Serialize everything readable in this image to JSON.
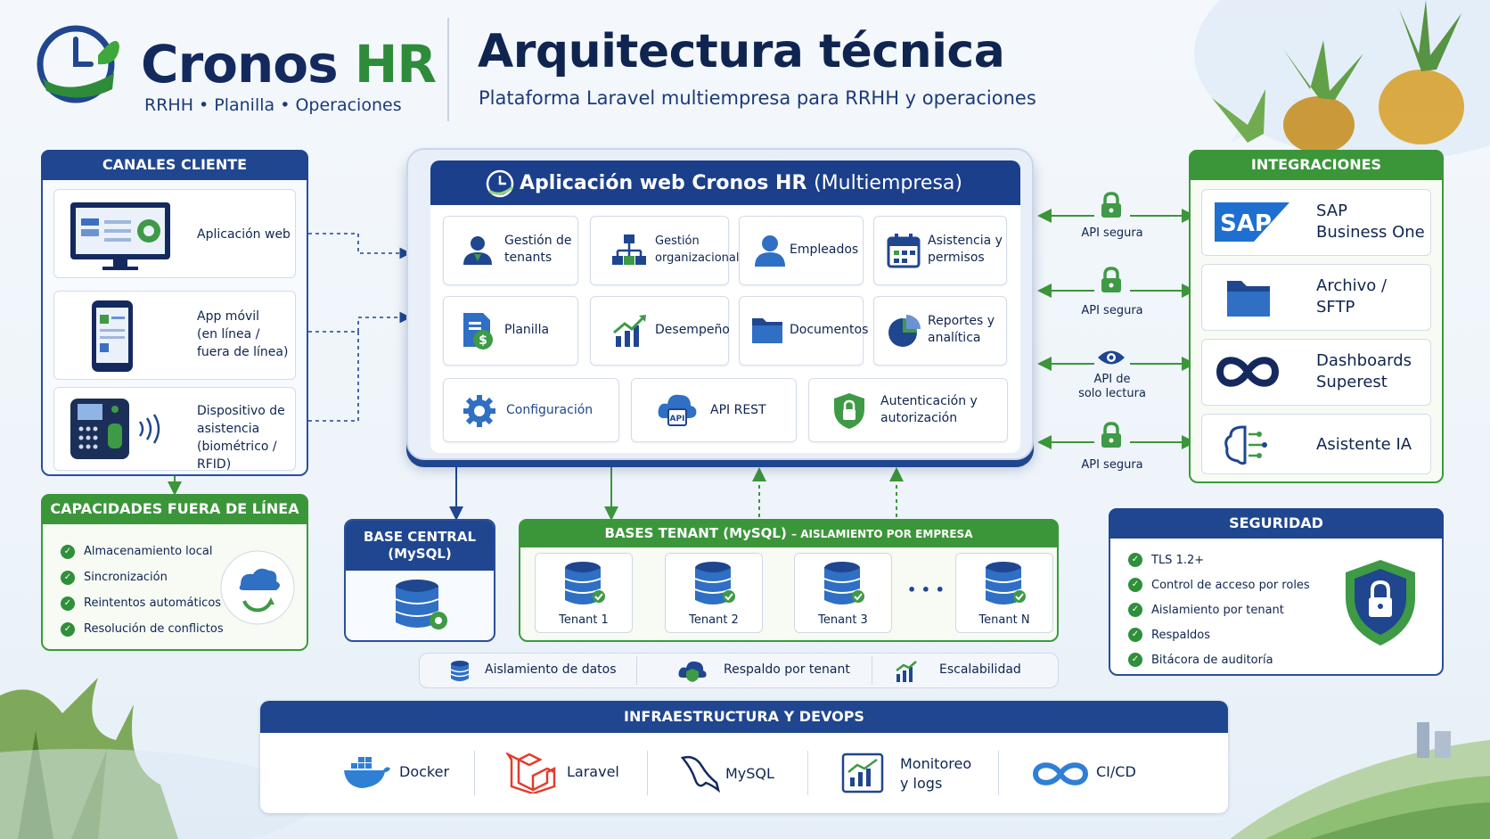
{
  "header": {
    "brand_name": "Cronos",
    "brand_suffix": "HR",
    "brand_tagline": "RRHH • Planilla • Operaciones",
    "title": "Arquitectura técnica",
    "subtitle": "Plataforma Laravel multiempresa para RRHH y operaciones"
  },
  "client_channels": {
    "title": "CANALES CLIENTE",
    "items": [
      {
        "label": "Aplicación web",
        "icon": "monitor-dashboard-icon"
      },
      {
        "label": "App móvil\n(en línea /\nfuera de línea)",
        "icon": "smartphone-icon"
      },
      {
        "label": "Dispositivo de\nasistencia\n(biométrico / RFID)",
        "icon": "biometric-device-icon"
      }
    ]
  },
  "offline": {
    "title": "CAPACIDADES FUERA DE LÍNEA",
    "items": [
      "Almacenamiento local",
      "Sincronización",
      "Reintentos automáticos",
      "Resolución de conflictos"
    ],
    "icon": "cloud-sync-icon"
  },
  "core": {
    "title": "Aplicación web Cronos HR",
    "title_suffix": "(Multiempresa)",
    "modules": [
      {
        "label": "Gestión de\ntenants",
        "icon": "user-icon"
      },
      {
        "label": "Gestión\norganizacional",
        "icon": "org-chart-icon"
      },
      {
        "label": "Empleados",
        "icon": "employee-icon"
      },
      {
        "label": "Asistencia y\npermisos",
        "icon": "calendar-icon"
      },
      {
        "label": "Planilla",
        "icon": "payroll-document-icon"
      },
      {
        "label": "Desempeño",
        "icon": "growth-chart-icon"
      },
      {
        "label": "Documentos",
        "icon": "folder-icon"
      },
      {
        "label": "Reportes y\nanalítica",
        "icon": "pie-chart-icon"
      },
      {
        "label": "Configuración",
        "icon": "gear-icon"
      },
      {
        "label": "API REST",
        "icon": "cloud-api-icon"
      },
      {
        "label": "Autenticación y\nautorización",
        "icon": "shield-lock-icon"
      }
    ]
  },
  "integrations": {
    "title": "INTEGRACIONES",
    "items": [
      {
        "label": "SAP\nBusiness One",
        "icon": "sap-logo-icon",
        "api": "API segura"
      },
      {
        "label": "Archivo /\nSFTP",
        "icon": "folder-icon",
        "api": "API segura"
      },
      {
        "label": "Dashboards\nSuperest",
        "icon": "infinity-icon",
        "api": "API de\nsolo lectura"
      },
      {
        "label": "Asistente IA",
        "icon": "ai-brain-icon",
        "api": "API segura"
      }
    ]
  },
  "central_db": {
    "title": "BASE CENTRAL\n(MySQL)",
    "icon": "database-gear-icon"
  },
  "tenant_dbs": {
    "title": "BASES TENANT (MySQL)",
    "title_suffix": "– AISLAMIENTO POR EMPRESA",
    "items": [
      "Tenant 1",
      "Tenant 2",
      "Tenant 3",
      "Tenant N"
    ],
    "ellipsis": "• • •"
  },
  "features": [
    {
      "label": "Aislamiento de datos",
      "icon": "database-icon"
    },
    {
      "label": "Respaldo por tenant",
      "icon": "cloud-shield-icon"
    },
    {
      "label": "Escalabilidad",
      "icon": "bar-chart-icon"
    }
  ],
  "security": {
    "title": "SEGURIDAD",
    "items": [
      "TLS 1.2+",
      "Control de acceso por roles",
      "Aislamiento por tenant",
      "Respaldos",
      "Bitácora de auditoría"
    ],
    "icon": "shield-lock-icon"
  },
  "infra": {
    "title": "INFRAESTRUCTURA Y DEVOPS",
    "items": [
      {
        "label": "Docker",
        "icon": "docker-whale-icon"
      },
      {
        "label": "Laravel",
        "icon": "laravel-logo-icon"
      },
      {
        "label": "MySQL",
        "icon": "mysql-dolphin-icon"
      },
      {
        "label": "Monitoreo\ny logs",
        "icon": "monitoring-chart-icon"
      },
      {
        "label": "CI/CD",
        "icon": "infinity-icon"
      }
    ]
  },
  "colors": {
    "navy": "#1f468f",
    "green": "#3b963a",
    "text": "#0f2550"
  }
}
